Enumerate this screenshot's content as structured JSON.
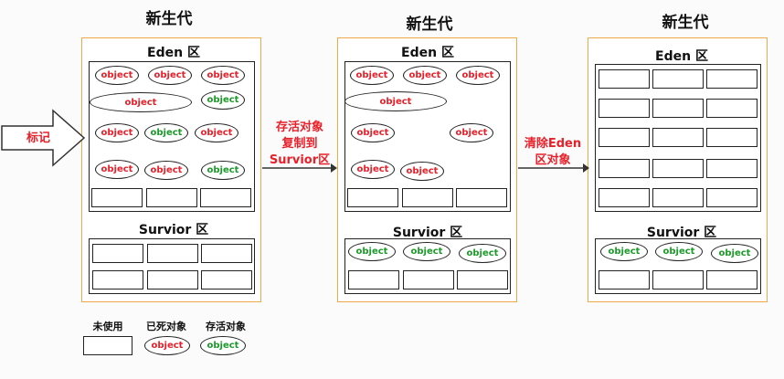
{
  "generations": [
    {
      "title": "新生代",
      "eden_label": "Eden 区",
      "survivor_label": "Survior 区"
    },
    {
      "title": "新生代",
      "eden_label": "Eden 区",
      "survivor_label": "Survior 区"
    },
    {
      "title": "新生代",
      "eden_label": "Eden 区",
      "survivor_label": "Survior 区"
    }
  ],
  "object_label": "object",
  "colors": {
    "dead": "#e8202a",
    "live": "#1c9a2a",
    "panel_border": "#f0a94a"
  },
  "arrows": {
    "mark": "标记",
    "copy_line1": "存活对象",
    "copy_line2": "复制到",
    "copy_line3": "Survior区",
    "clear_line1": "清除Eden",
    "clear_line2": "区对象"
  },
  "legend": {
    "unused": "未使用",
    "dead": "已死对象",
    "live": "存活对象"
  }
}
